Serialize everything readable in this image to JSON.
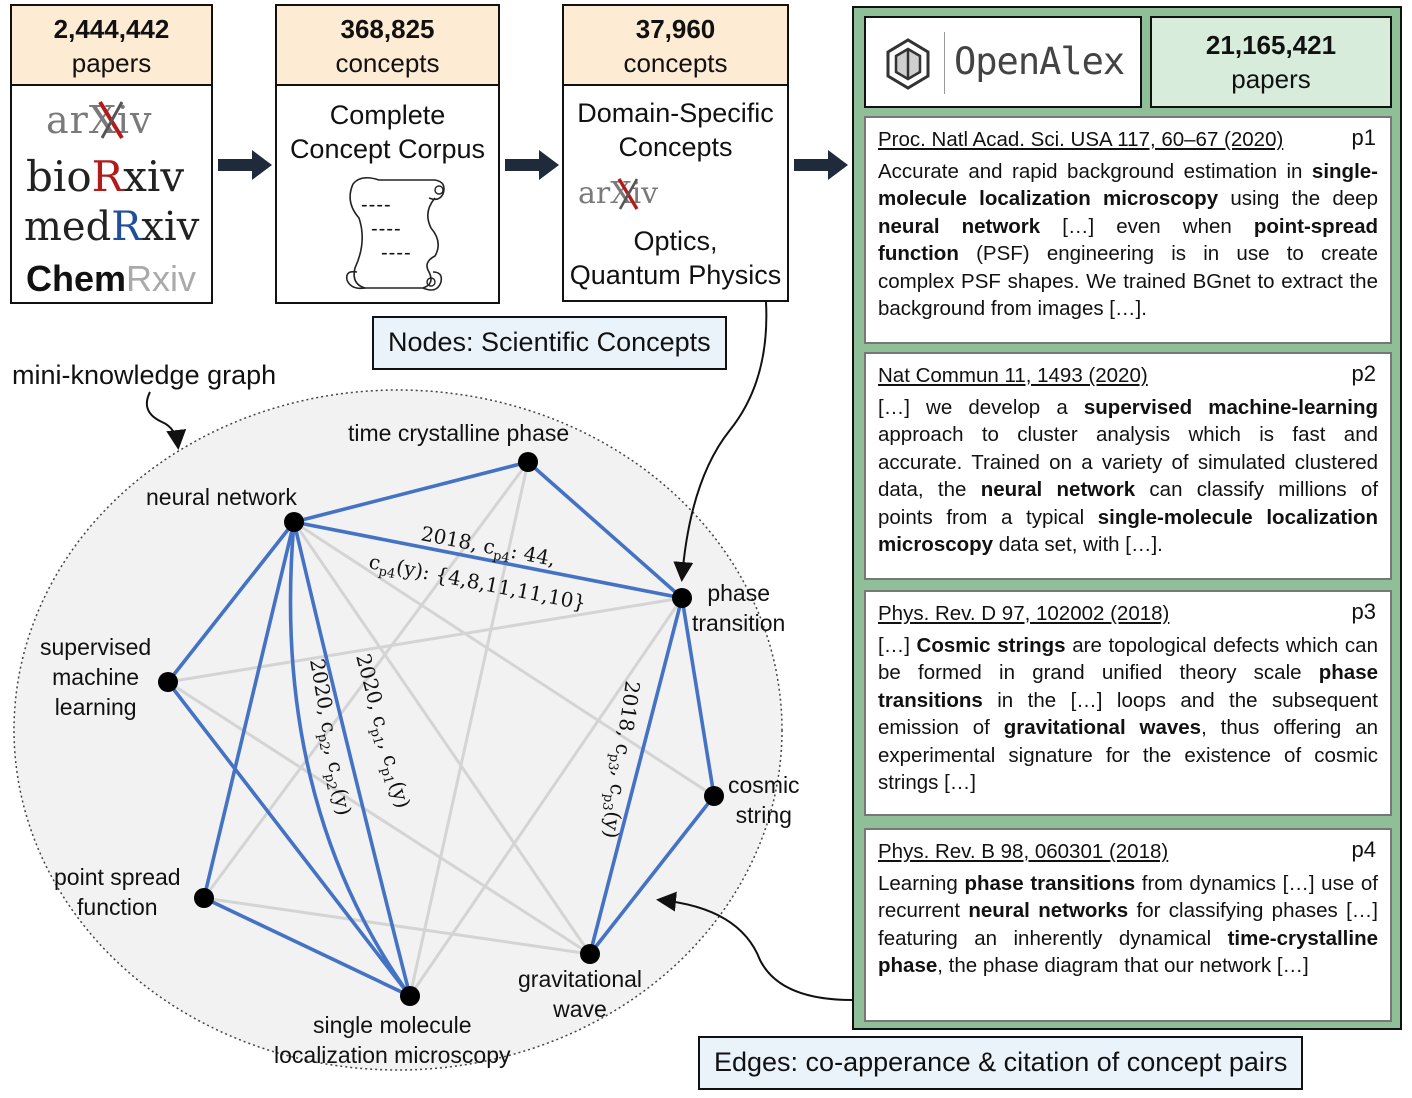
{
  "sources": {
    "count": "2,444,442",
    "unit": "papers",
    "logos": [
      "arXiv",
      "bioRxiv",
      "medRxiv",
      "ChemRxiv"
    ]
  },
  "corpus": {
    "count": "368,825",
    "unit": "concepts",
    "title_line1": "Complete",
    "title_line2": "Concept Corpus",
    "scroll_lines": [
      "----",
      "----",
      "----"
    ]
  },
  "domain": {
    "count": "37,960",
    "unit": "concepts",
    "title_line1": "Domain-Specific",
    "title_line2": "Concepts",
    "logo": "arXiv",
    "topics_line1": "Optics,",
    "topics_line2": "Quantum Physics"
  },
  "openalex": {
    "logo_text": "OpenAlex",
    "count": "21,165,421",
    "unit": "papers"
  },
  "nodes_label": "Nodes: Scientific Concepts",
  "edges_label": "Edges: co-apperance & citation of concept pairs",
  "graph_title": "mini-knowledge graph",
  "graph": {
    "nodes": [
      {
        "id": "tcp",
        "label1": "time crystalline phase",
        "label2": ""
      },
      {
        "id": "nn",
        "label1": "neural network",
        "label2": ""
      },
      {
        "id": "pt",
        "label1": "phase",
        "label2": "transition"
      },
      {
        "id": "sml",
        "label1": "supervised",
        "label2": "machine",
        "label3": "learning"
      },
      {
        "id": "cs",
        "label1": "cosmic",
        "label2": "string"
      },
      {
        "id": "psf",
        "label1": "point spread",
        "label2": "function"
      },
      {
        "id": "gw",
        "label1": "gravitational",
        "label2": "wave"
      },
      {
        "id": "smlm",
        "label1": "single molecule",
        "label2": "localization microscopy"
      }
    ],
    "edge_labels": {
      "nn_pt_line1": "2018, c",
      "nn_pt_sub1": "p4",
      "nn_pt_rest1": ": 44,",
      "nn_pt_line2a": "c",
      "nn_pt_sub2": "p4",
      "nn_pt_line2b": "(y): {4,8,11,11,10}",
      "p1_label": "2020, c",
      "p1_sub": "p1",
      "p1_mid": ", c",
      "p1_end": "(y)",
      "p2_label": "2020, c",
      "p2_sub": "p2",
      "p2_mid": ", c",
      "p2_end": "(y)",
      "p3_label": "2018, c",
      "p3_sub": "p3",
      "p3_mid": ", c",
      "p3_end": "(y)"
    }
  },
  "papers": [
    {
      "id": "p1",
      "ref": "Proc. Natl Acad. Sci. USA 117, 60–67 (2020)",
      "segments": [
        {
          "t": "Accurate and rapid background estimation in ",
          "b": false
        },
        {
          "t": "single-molecule localization microscopy",
          "b": true
        },
        {
          "t": " using the deep ",
          "b": false
        },
        {
          "t": "neural network",
          "b": true
        },
        {
          "t": " […] even when ",
          "b": false
        },
        {
          "t": "point-spread function",
          "b": true
        },
        {
          "t": " (PSF) engineering is in use to create complex PSF shapes. We trained BGnet to extract the background from images […].",
          "b": false
        }
      ]
    },
    {
      "id": "p2",
      "ref": "Nat Commun 11, 1493 (2020)",
      "segments": [
        {
          "t": "[…] we develop a ",
          "b": false
        },
        {
          "t": "supervised machine-learning",
          "b": true
        },
        {
          "t": " approach to cluster analysis which is fast and accurate. Trained on a variety of simulated clustered data, the ",
          "b": false
        },
        {
          "t": "neural network",
          "b": true
        },
        {
          "t": " can classify millions of points from a typical ",
          "b": false
        },
        {
          "t": "single-molecule localization microscopy",
          "b": true
        },
        {
          "t": " data set, with […].",
          "b": false
        }
      ]
    },
    {
      "id": "p3",
      "ref": "Phys. Rev. D 97, 102002 (2018)",
      "segments": [
        {
          "t": "[…] ",
          "b": false
        },
        {
          "t": "Cosmic strings",
          "b": true
        },
        {
          "t": " are topological defects which can be formed in grand unified theory scale ",
          "b": false
        },
        {
          "t": "phase transitions",
          "b": true
        },
        {
          "t": " in the […] loops and the subsequent emission of ",
          "b": false
        },
        {
          "t": "gravitational waves",
          "b": true
        },
        {
          "t": ", thus offering an experimental signature for the existence of cosmic strings […]",
          "b": false
        }
      ]
    },
    {
      "id": "p4",
      "ref": "Phys. Rev. B 98, 060301 (2018)",
      "segments": [
        {
          "t": "Learning ",
          "b": false
        },
        {
          "t": "phase transitions",
          "b": true
        },
        {
          "t": " from dynamics […] use of recurrent ",
          "b": false
        },
        {
          "t": "neural networks",
          "b": true
        },
        {
          "t": " for classifying phases […] featuring an inherently dynamical ",
          "b": false
        },
        {
          "t": "time-crystalline phase",
          "b": true
        },
        {
          "t": ", the phase diagram that our network […]",
          "b": false
        }
      ]
    }
  ],
  "colors": {
    "stat_bg": "#fdebd3",
    "openalex_bg": "#8fbf97",
    "openalex_count_bg": "#d8ecdc",
    "label_bg": "#eaf3fa",
    "edge_blue": "#4472c4",
    "edge_gray": "#d4d4d4",
    "graph_bg": "#f2f2f2",
    "arxiv_red": "#b31b1b",
    "medrxiv_blue": "#1f4e9c"
  }
}
